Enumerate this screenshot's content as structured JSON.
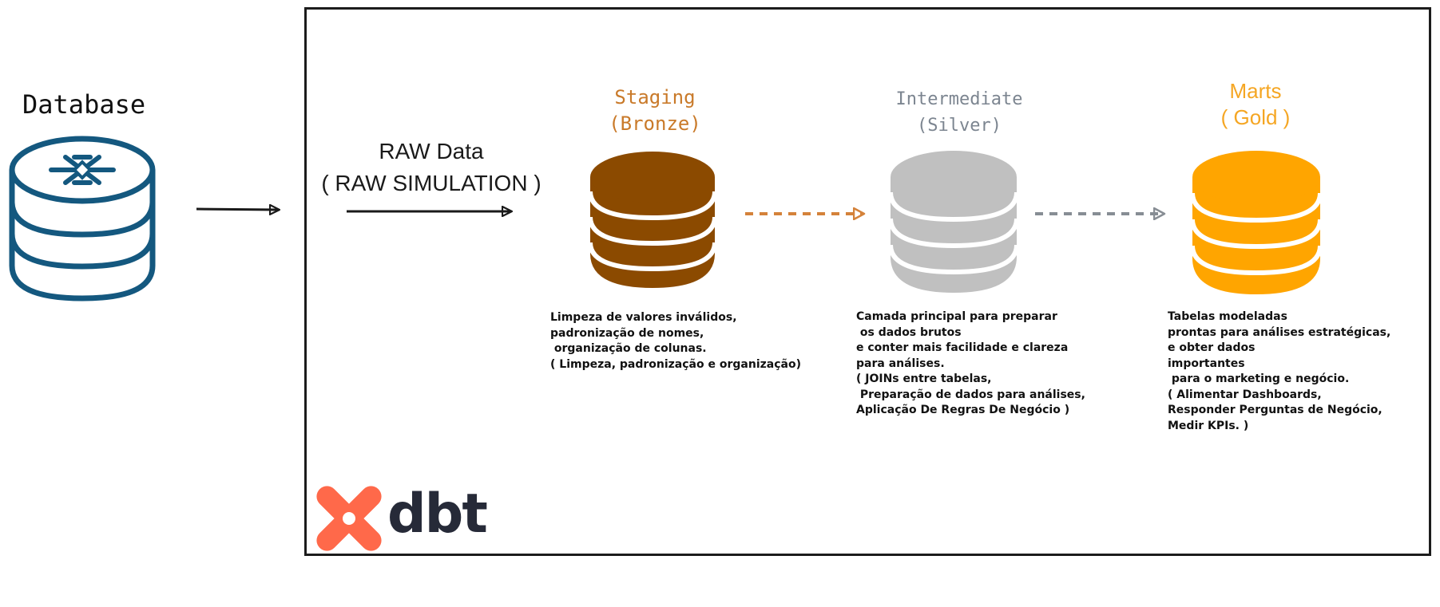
{
  "source": {
    "label": "Database",
    "icon": "snowflake-database-icon"
  },
  "raw": {
    "line1": "RAW Data",
    "line2": "( RAW SIMULATION )"
  },
  "layers": [
    {
      "title_line1": "Staging",
      "title_line2": "(Bronze)",
      "color": "#8b4a00",
      "title_color": "#c97a2a",
      "desc": "Limpeza de valores inválidos,\npadronização de nomes,\n organização de colunas.\n( Limpeza, padronização e organização)"
    },
    {
      "title_line1": "Intermediate",
      "title_line2": "(Silver)",
      "color": "#c0c0c0",
      "title_color": "#7c8590",
      "desc": "Camada principal para preparar\n os dados brutos\ne conter mais facilidade e clareza\npara análises.\n( JOINs entre tabelas,\n Preparação de dados para análises,\nAplicação De Regras De Negócio )"
    },
    {
      "title_line1": "Marts",
      "title_line2": "( Gold )",
      "color": "#ffa500",
      "title_color": "#f5a623",
      "desc": "Tabelas modeladas\nprontas para análises estratégicas,\ne obter dados\nimportantes\n para o marketing e negócio.\n( Alimentar Dashboards,\nResponder Perguntas de Negócio,\nMedir KPIs. )"
    }
  ],
  "arrows": {
    "bronze_to_silver": "#d4823a",
    "silver_to_gold": "#878d94"
  },
  "brand": {
    "name": "dbt",
    "logo_color": "#ff694a",
    "text_color": "#262a38"
  },
  "colors": {
    "db_blue": "#14587f"
  }
}
